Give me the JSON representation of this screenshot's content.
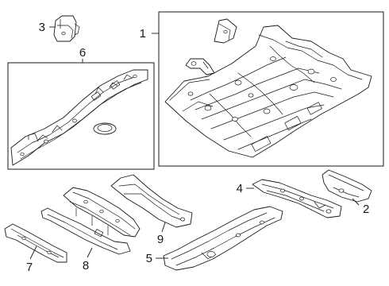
{
  "callouts": {
    "part_1": "1",
    "part_2": "2",
    "part_3": "3",
    "part_4": "4",
    "part_5": "5",
    "part_6": "6",
    "part_7": "7",
    "part_8": "8",
    "part_9": "9"
  }
}
